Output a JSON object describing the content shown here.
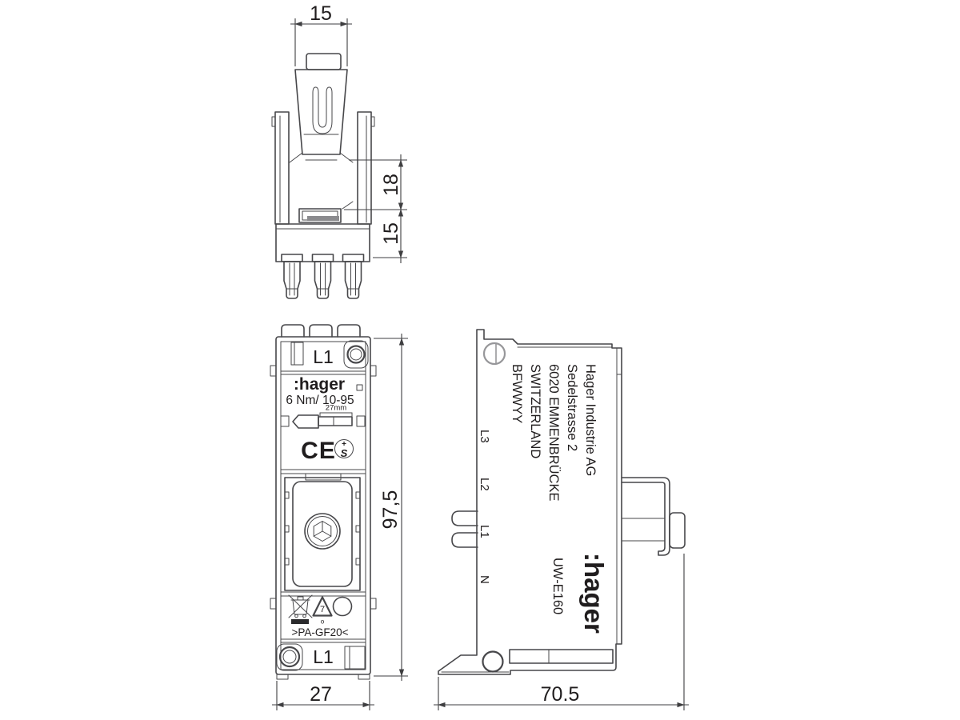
{
  "drawing": {
    "colors": {
      "line": "#47474a",
      "text": "#201d1e",
      "dimension": "#3e3e40",
      "screw_light": "#97979a"
    },
    "top_view": {
      "dim_width": "15",
      "dim_upper": "18",
      "dim_lower": "15"
    },
    "front_view": {
      "terminal_top": "L1",
      "brand": ":hager",
      "torque": "6 Nm/ 10-95",
      "strip_length": "27mm",
      "ce": "CE",
      "s_mark_plus": "+",
      "s_mark_s": "S",
      "resin_code": "7",
      "resin_letter": "o",
      "material": ">PA-GF20<",
      "terminal_bottom": "L1",
      "dim_height": "97,5",
      "dim_width": "27"
    },
    "side_view": {
      "address": [
        "Hager Industrie AG",
        "Sedelstrasse 2",
        "6020 EMMENBRÜCKE",
        "SWITZERLAND",
        "BFWWYY"
      ],
      "terminals": [
        "L3",
        "L2",
        "L1",
        "N"
      ],
      "brand": ":hager",
      "model": "UW-E160",
      "dim_depth": "70.5"
    }
  }
}
